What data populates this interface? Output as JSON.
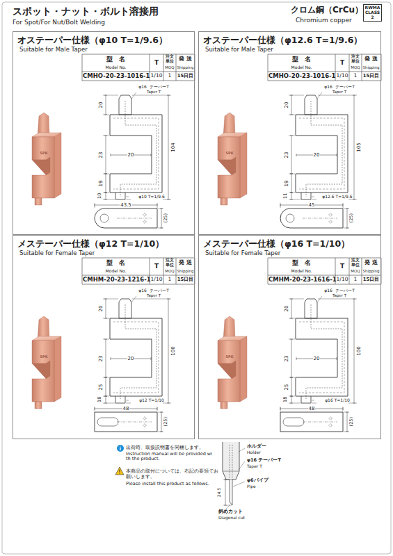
{
  "diagram": {
    "title": "スポット・ナット・ボルト溶接用",
    "nodes": [
      {
        "text": [
          "RWMA CLASS 2"
        ]
      },
      {
        "text": [
          "オステーパー仕様（φ10 T=1/9.6）",
          "Suitable for Male Taper"
        ]
      },
      {
        "text": [
          "オステーパー仕様（φ12.6 T=1/9.6）",
          "Suitable for Male Taper"
        ]
      },
      {
        "text": [
          "メステーパー仕様（φ12 T=1/10）",
          "Suitable for Female Taper"
        ]
      },
      {
        "text": [
          "メステーパー仕様（φ16 T=1/10）",
          "Suitable for Female Taper"
        ]
      }
    ],
    "labels": [
      "For Spot/For Nut/Bolt Welding",
      "クロム銅（CrCu）",
      "Chromium copper",
      "型　名",
      "Model No.",
      "T",
      "注文単位",
      "MOQ",
      "発 送",
      "Shipping",
      "CMHO-20-23-1016-1",
      "1/10",
      "1",
      "15日目",
      "φ16",
      "テーパーT",
      "Taper T",
      "20",
      "104",
      "20",
      "23",
      "19",
      "10",
      "φ10 T=1/9.6",
      "43.5",
      "(25)",
      "SPK",
      "型　名",
      "Model No.",
      "T",
      "注文単位",
      "MOQ",
      "発 送",
      "Shipping",
      "CMHO-20-23-1016-1",
      "1/10",
      "1",
      "15日目",
      "φ16",
      "テーパーT",
      "Taper T",
      "20",
      "105",
      "20",
      "23",
      "19",
      "11",
      "φ12.6 T=1/9.6",
      "45",
      "(25)",
      "SPK",
      "型　名",
      "Model No.",
      "T",
      "注文単位",
      "MOQ",
      "発 送",
      "Shipping",
      "CMHM-20-23-1216-1",
      "1/10",
      "1",
      "15日目",
      "φ16",
      "テーパーT",
      "Taper T",
      "20",
      "100",
      "20",
      "23",
      "25",
      "18",
      "φ12 T=1/10",
      "48",
      "(25)",
      "SPK",
      "型　名",
      "Model No.",
      "T",
      "注文単位",
      "MOQ",
      "発 送",
      "Shipping",
      "CMHM-20-23-1616-1",
      "1/10",
      "1",
      "15日目",
      "φ16",
      "テーパーT",
      "Taper T",
      "20",
      "100",
      "20",
      "23",
      "25",
      "18",
      "φ16 T=1/10",
      "48",
      "(25)",
      "SPK",
      "出荷時、取扱説明書を同梱します。",
      "Instruction manual will be provided with the product.",
      "本商品の取付については、右記の要領でお願いします。",
      "Please install this product as follows.",
      "ホルダー",
      "Holder",
      "φ16 テーパーT",
      "Taper T",
      "φ6パイプ",
      "Pipe",
      "24.5",
      "斜めカット",
      "Diagonal cut"
    ]
  }
}
